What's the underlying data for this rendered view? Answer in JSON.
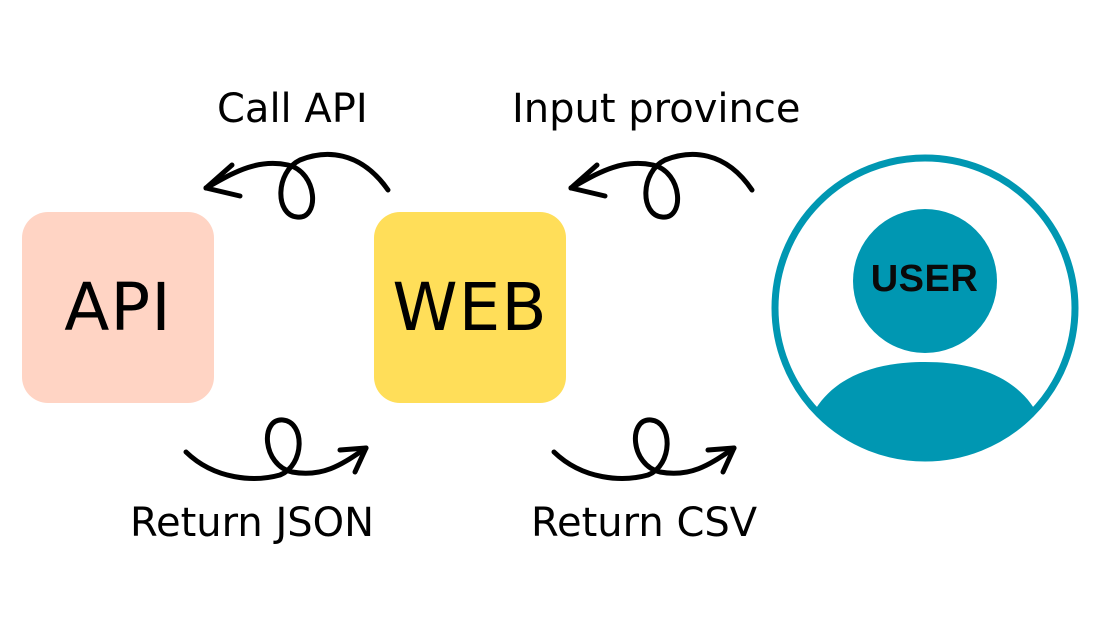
{
  "nodes": {
    "api": "API",
    "web": "WEB",
    "user": "USER"
  },
  "edges": {
    "call_api": "Call API",
    "input_province": "Input province",
    "return_json": "Return JSON",
    "return_csv": "Return CSV"
  },
  "colors": {
    "api_box": "#ffd4c4",
    "web_box": "#ffde59",
    "user_teal": "#0097b2",
    "arrow": "#000000"
  },
  "icons": {
    "user": "user-avatar-icon",
    "arrow": "curly-arrow-icon"
  }
}
